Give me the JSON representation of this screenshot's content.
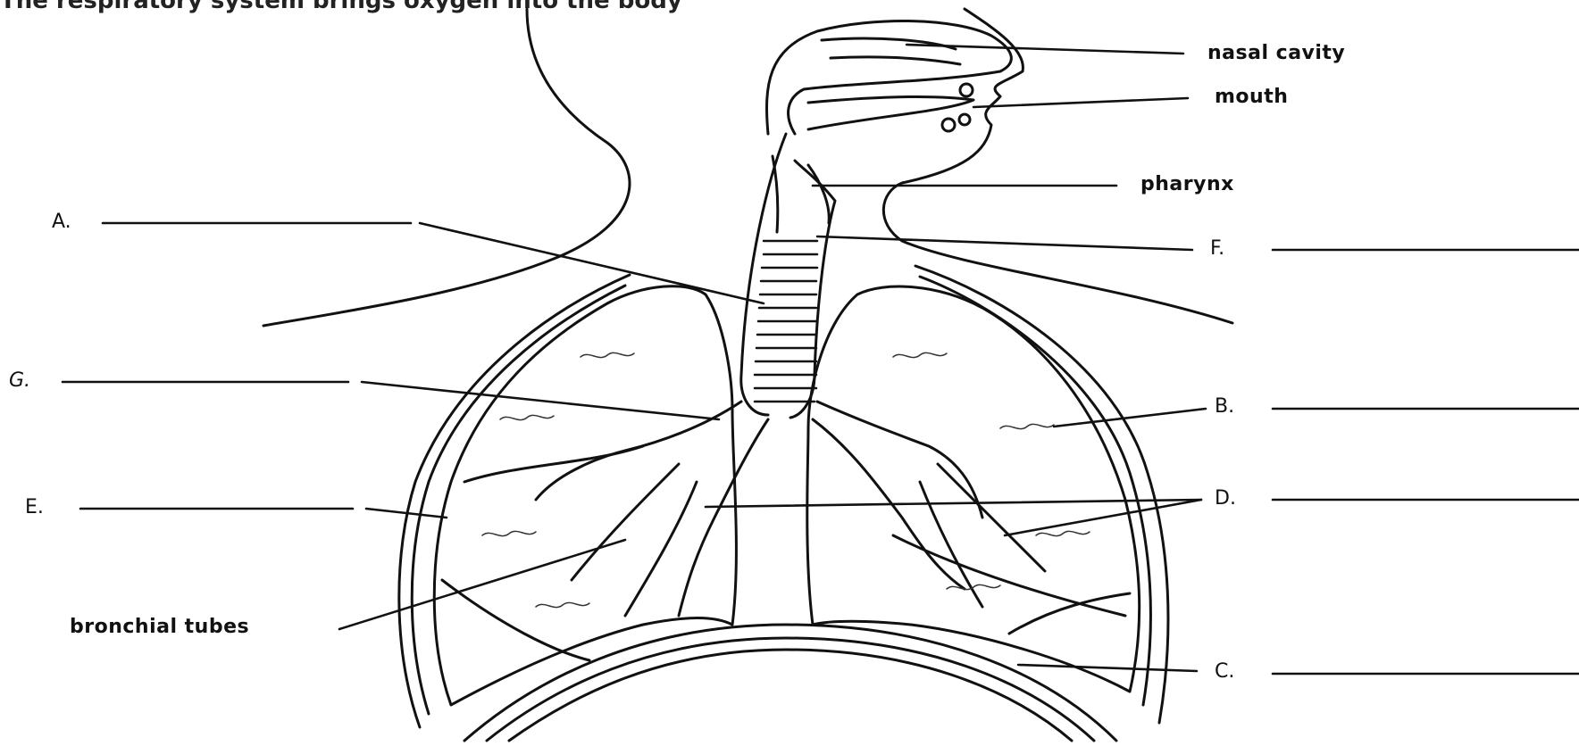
{
  "caption": "The respiratory system brings oxygen into the body",
  "labels": {
    "nasal_cavity": "nasal cavity",
    "mouth": "mouth",
    "pharynx": "pharynx",
    "bronchial_tubes": "bronchial tubes",
    "A": "A.",
    "B": "B.",
    "C": "C.",
    "D": "D.",
    "E": "E.",
    "F": "F.",
    "G": "G."
  }
}
